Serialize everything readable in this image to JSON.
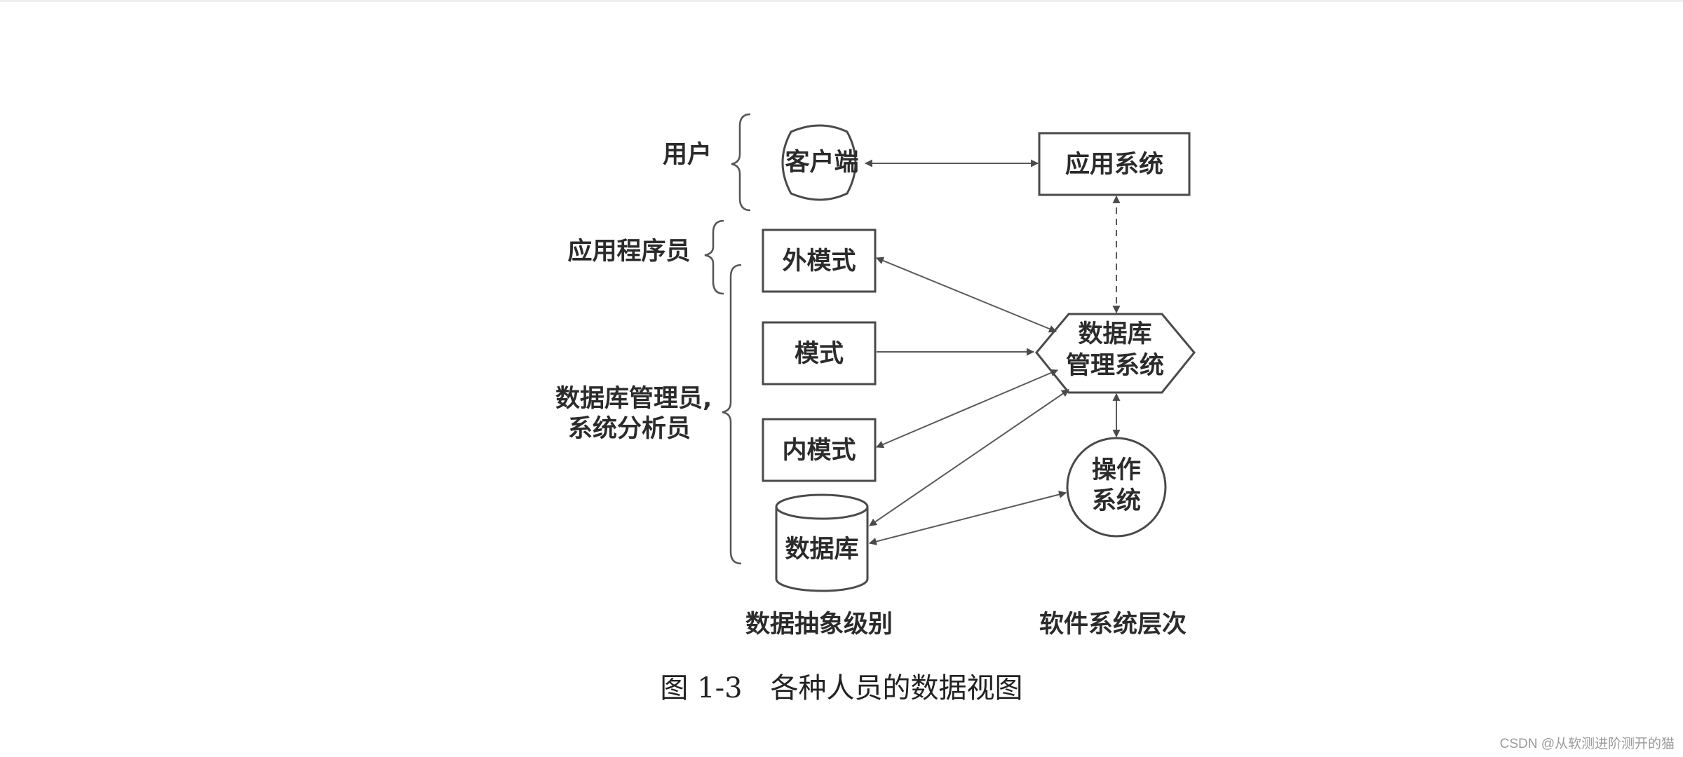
{
  "roles": {
    "user": "用户",
    "programmer": "应用程序员",
    "dba_line1": "数据库管理员,",
    "dba_line2": "系统分析员"
  },
  "nodes": {
    "client": "客户端",
    "app_system": "应用系统",
    "external_schema": "外模式",
    "schema": "模式",
    "internal_schema": "内模式",
    "database": "数据库",
    "dbms_line1": "数据库",
    "dbms_line2": "管理系统",
    "os_line1": "操作",
    "os_line2": "系统"
  },
  "columns": {
    "abstraction": "数据抽象级别",
    "software": "软件系统层次"
  },
  "caption": "图 1-3　各种人员的数据视图",
  "watermark": "CSDN @从软测进阶测开的猫"
}
